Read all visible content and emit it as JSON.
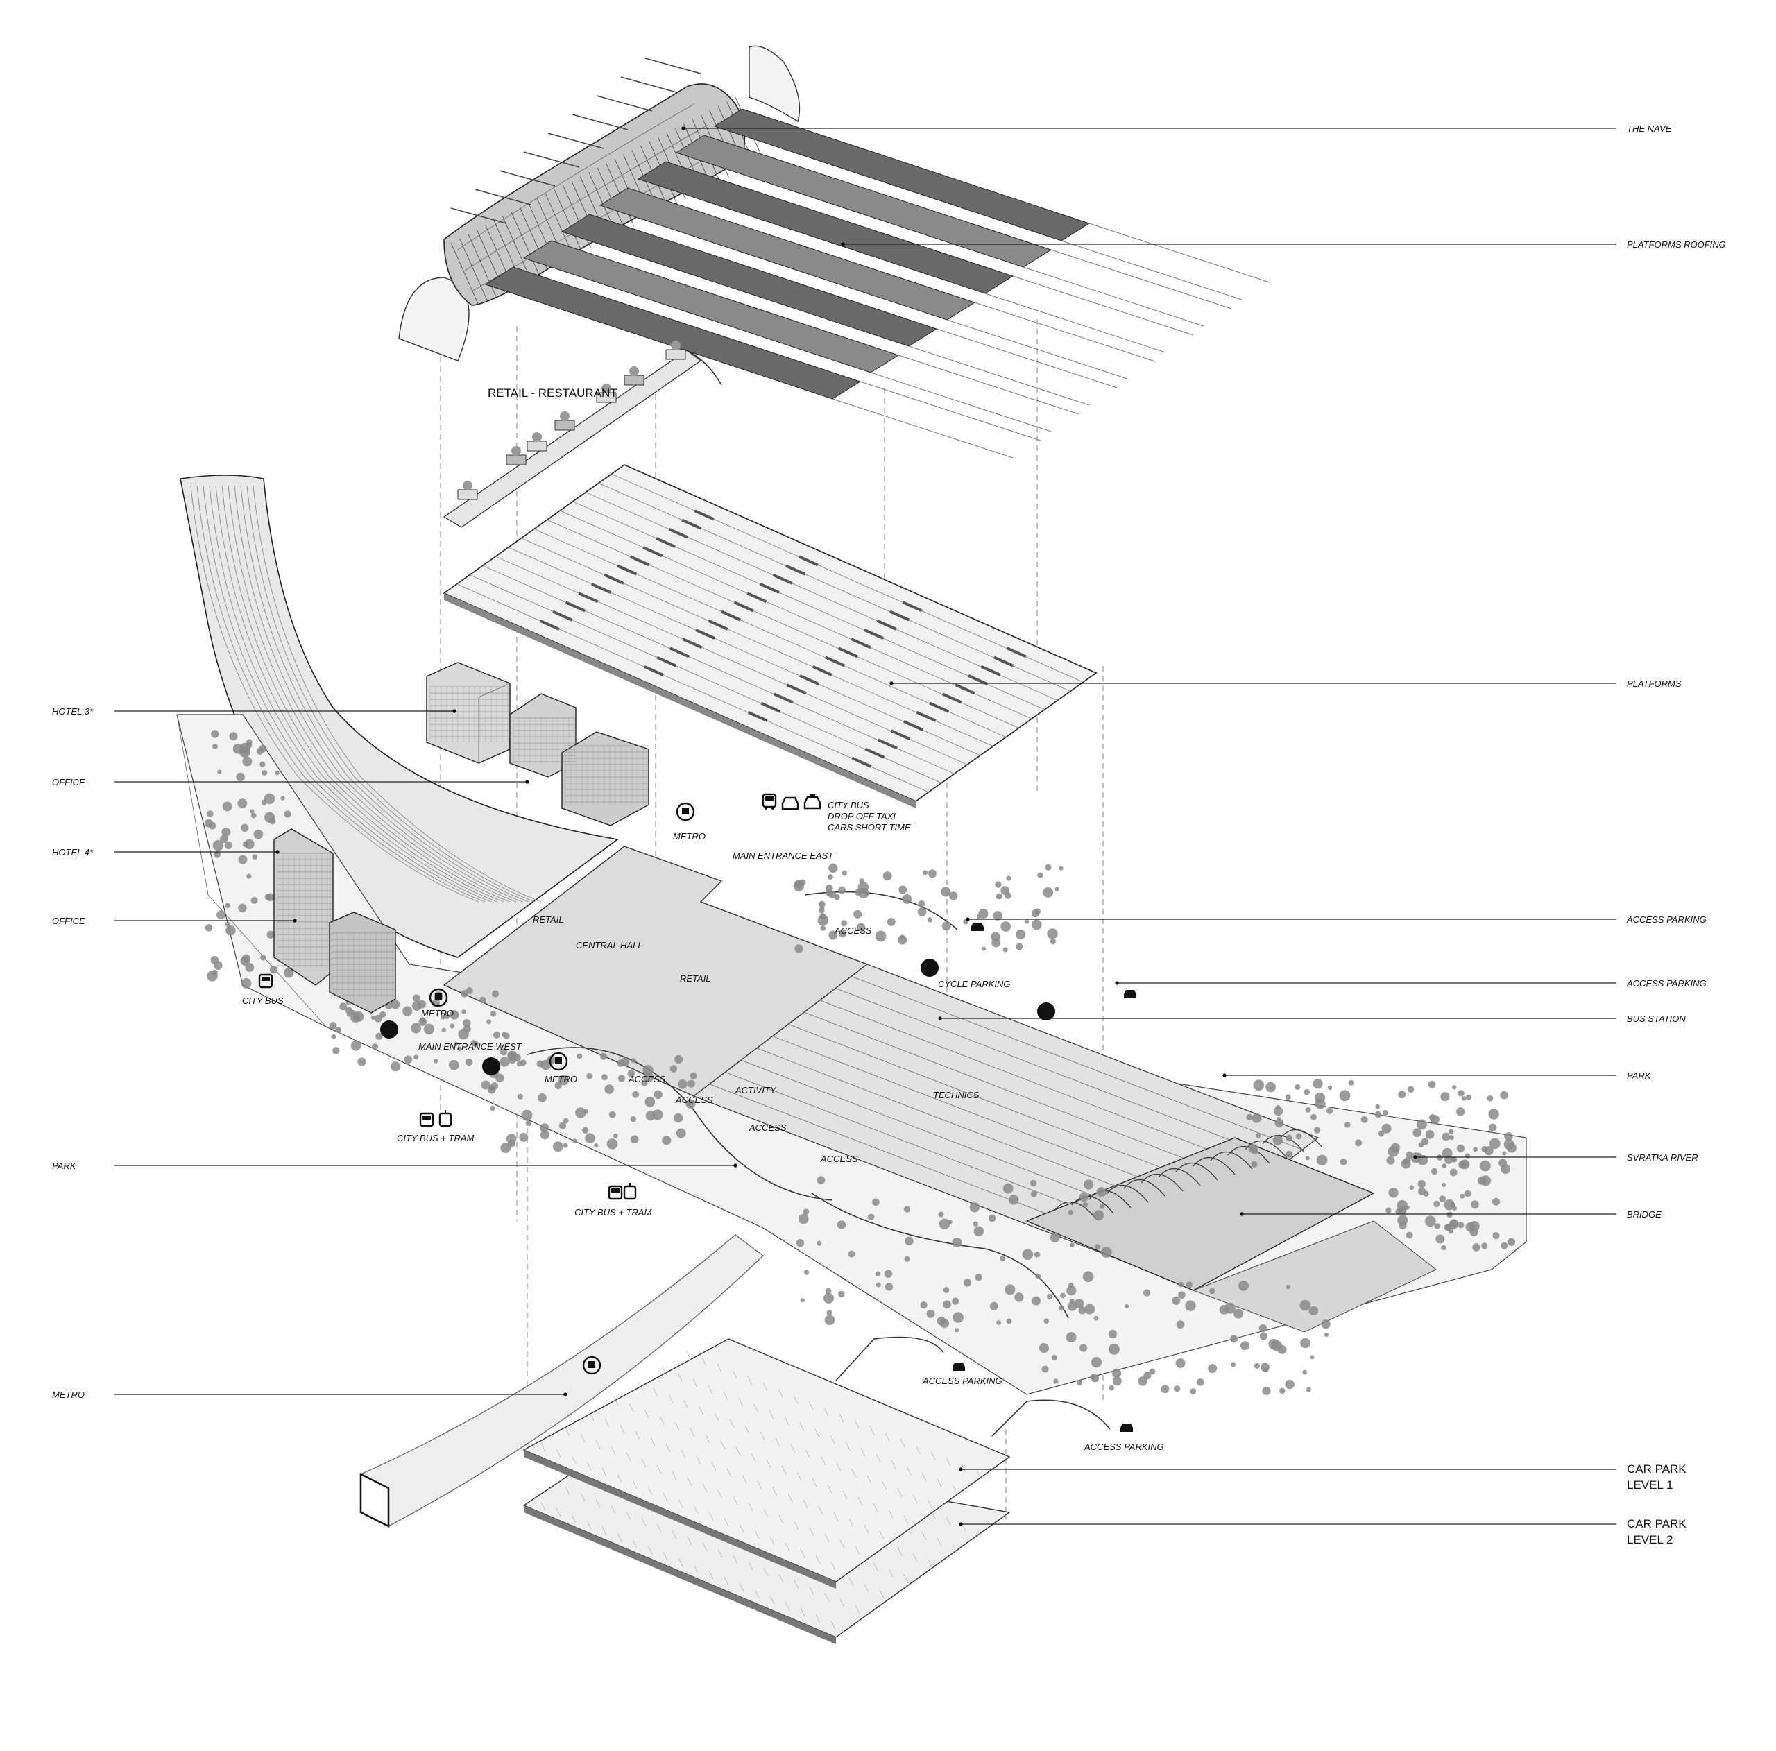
{
  "labels": {
    "nave": "THE NAVE",
    "platforms_roofing": "PLATFORMS ROOFING",
    "retail_restaurant": "RETAIL - RESTAURANT",
    "platforms": "PLATFORMS",
    "hotel3": "HOTEL 3*",
    "office_a": "OFFICE",
    "hotel4": "HOTEL 4*",
    "office_b": "OFFICE",
    "city_bus_left": "CITY BUS",
    "city_bus_top_1": "CITY BUS",
    "city_bus_top_2": "DROP OFF TAXI",
    "city_bus_top_3": "CARS SHORT TIME",
    "metro_top": "METRO",
    "main_entrance_east": "MAIN ENTRANCE EAST",
    "access_1": "ACCESS",
    "access_parking_1": "ACCESS PARKING",
    "access_parking_2": "ACCESS PARKING",
    "retail_1": "RETAIL",
    "central_hall": "CENTRAL HALL",
    "retail_2": "RETAIL",
    "cycle_parking": "CYCLE PARKING",
    "bus_station": "BUS STATION",
    "metro_left": "METRO",
    "main_entrance_west": "MAIN ENTRANCE WEST",
    "metro_mid": "METRO",
    "access_2": "ACCESS",
    "access_3": "ACCESS",
    "activity": "ACTIVITY",
    "access_4": "ACCESS",
    "technics": "TECHNICS",
    "access_5": "ACCESS",
    "park_right": "PARK",
    "city_bus_tram_1": "CITY BUS + TRAM",
    "svratka_river": "SVRATKA RIVER",
    "park_left": "PARK",
    "bridge": "BRIDGE",
    "city_bus_tram_2": "CITY BUS + TRAM",
    "metro_label": "METRO",
    "access_parking_3": "ACCESS PARKING",
    "access_parking_4": "ACCESS PARKING",
    "car_park_1_a": "CAR PARK",
    "car_park_1_b": "LEVEL 1",
    "car_park_2_a": "CAR PARK",
    "car_park_2_b": "LEVEL 2"
  },
  "icons": {
    "bus": "bus-icon",
    "car": "car-icon",
    "taxi": "taxi-icon",
    "tram": "tram-icon",
    "metro": "metro-icon",
    "bike": "bicycle-icon"
  },
  "colors": {
    "ink": "#111111",
    "line": "#222222",
    "tree": "#8a8a8a",
    "ground": "#eeeeee",
    "roof": "#555555"
  }
}
